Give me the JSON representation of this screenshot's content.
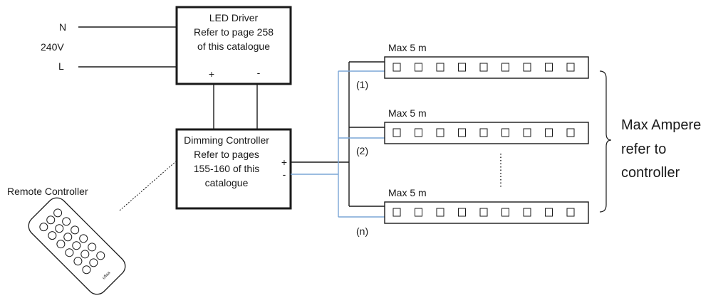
{
  "mains": {
    "n": "N",
    "voltage": "240V",
    "l": "L"
  },
  "driver": {
    "lines": [
      "LED Driver",
      "Refer to page 258",
      "of this catalogue"
    ],
    "plus": "+",
    "minus": "-"
  },
  "controller": {
    "lines": [
      "Dimming Controller",
      "Refer to pages",
      "155-160 of this",
      "catalogue"
    ],
    "plus": "+",
    "minus": "-"
  },
  "remote": {
    "label": "Remote Controller",
    "brand": "ofiaa"
  },
  "strips": [
    {
      "length_label": "Max 5 m",
      "index_label": "(1)"
    },
    {
      "length_label": "Max 5 m",
      "index_label": "(2)"
    },
    {
      "length_label": "Max 5 m",
      "index_label": "(n)"
    }
  ],
  "note": {
    "lines": [
      "Max Ampere",
      "refer to",
      "controller"
    ]
  },
  "colors": {
    "wire": "#1a1a1a",
    "neg_wire": "#7aa6d6"
  }
}
